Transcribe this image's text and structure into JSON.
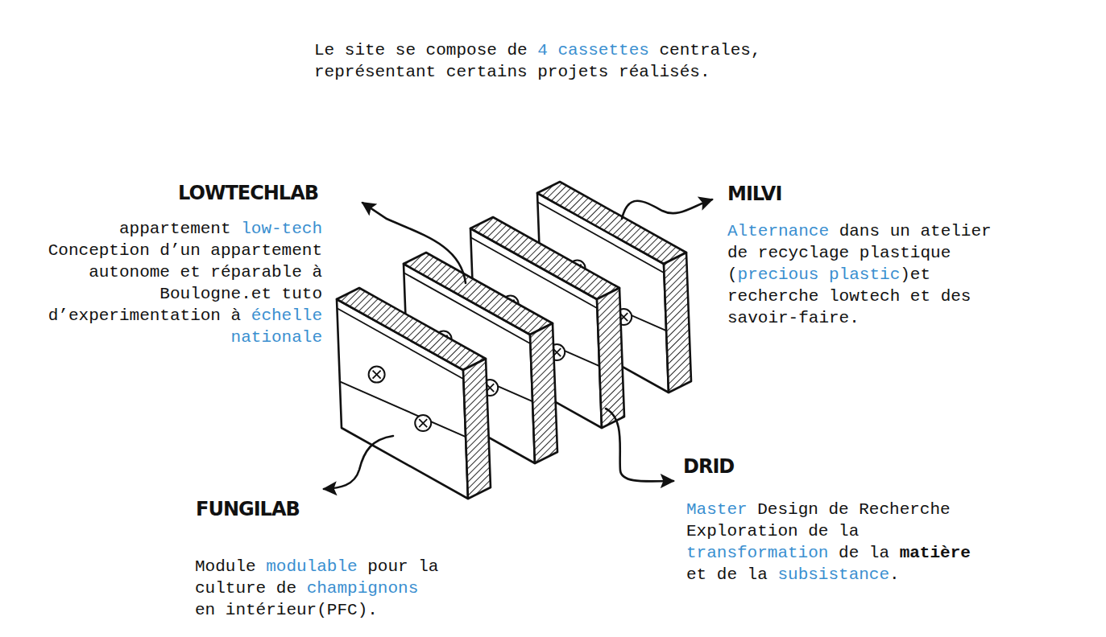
{
  "diagram": {
    "title": "Le site se compose de 4 cassettes centrales, représentant certains projets réalisés.",
    "labels": [
      "LOWTECHLAB",
      "appartement low-tech Conception d’un appartement autonome et réparable à Boulogne.et tuto d’experimentation à échelle nationale",
      "MILVI",
      "Alternance dans un atelier de recyclage plastique (precious plastic)et recherche lowtech et des savoir-faire.",
      "DRID",
      "Master Design de Recherche Exploration de la transformation de la matière et de la subsistance.",
      "FUNGILAB",
      "Module modulable pour la culture de champignons en intérieur(PFC)."
    ]
  }
}
